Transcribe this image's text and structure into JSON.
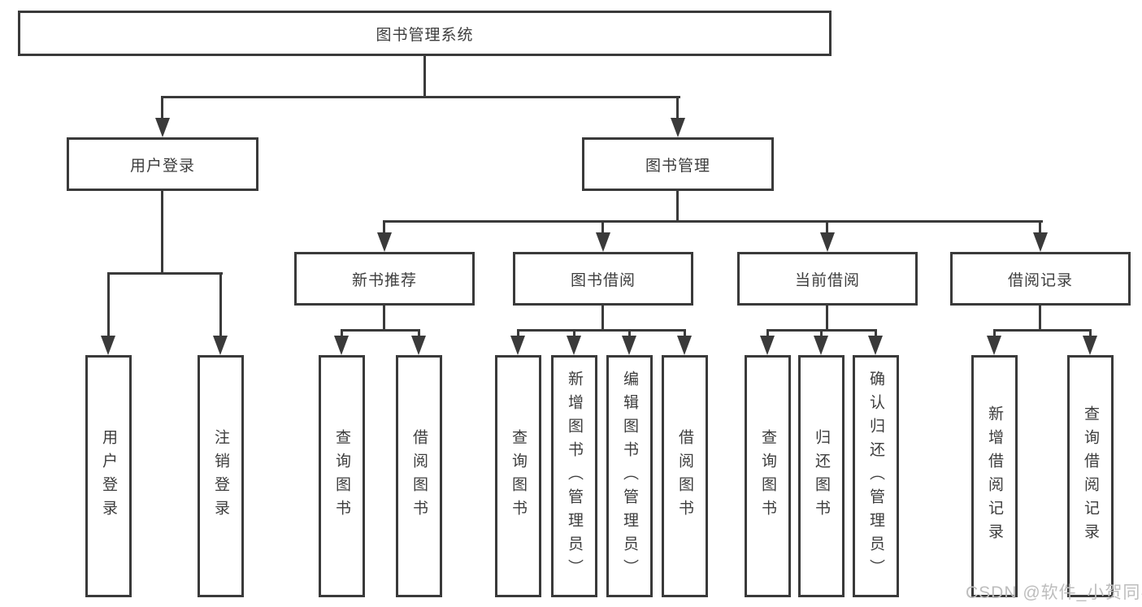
{
  "diagram_title": "图书管理系统",
  "colors": {
    "line": "#3a3a3a",
    "text": "#3d3d3d",
    "watermark": "#bdbdbd",
    "background": "#ffffff"
  },
  "tree": {
    "root": {
      "label": "图书管理系统",
      "children": [
        {
          "label": "用户登录",
          "children": [
            {
              "label": "用户登录"
            },
            {
              "label": "注销登录"
            }
          ]
        },
        {
          "label": "图书管理",
          "children": [
            {
              "label": "新书推荐",
              "children": [
                {
                  "label": "查询图书"
                },
                {
                  "label": "借阅图书"
                }
              ]
            },
            {
              "label": "图书借阅",
              "children": [
                {
                  "label": "查询图书"
                },
                {
                  "label": "新增图书（管理员）"
                },
                {
                  "label": "编辑图书（管理员）"
                },
                {
                  "label": "借阅图书"
                }
              ]
            },
            {
              "label": "当前借阅",
              "children": [
                {
                  "label": "查询图书"
                },
                {
                  "label": "归还图书"
                },
                {
                  "label": "确认归还（管理员）"
                }
              ]
            },
            {
              "label": "借阅记录",
              "children": [
                {
                  "label": "新增借阅记录"
                },
                {
                  "label": "查询借阅记录"
                }
              ]
            }
          ]
        }
      ]
    }
  },
  "watermark": {
    "text": "CSDN @软件_小贺同学"
  }
}
